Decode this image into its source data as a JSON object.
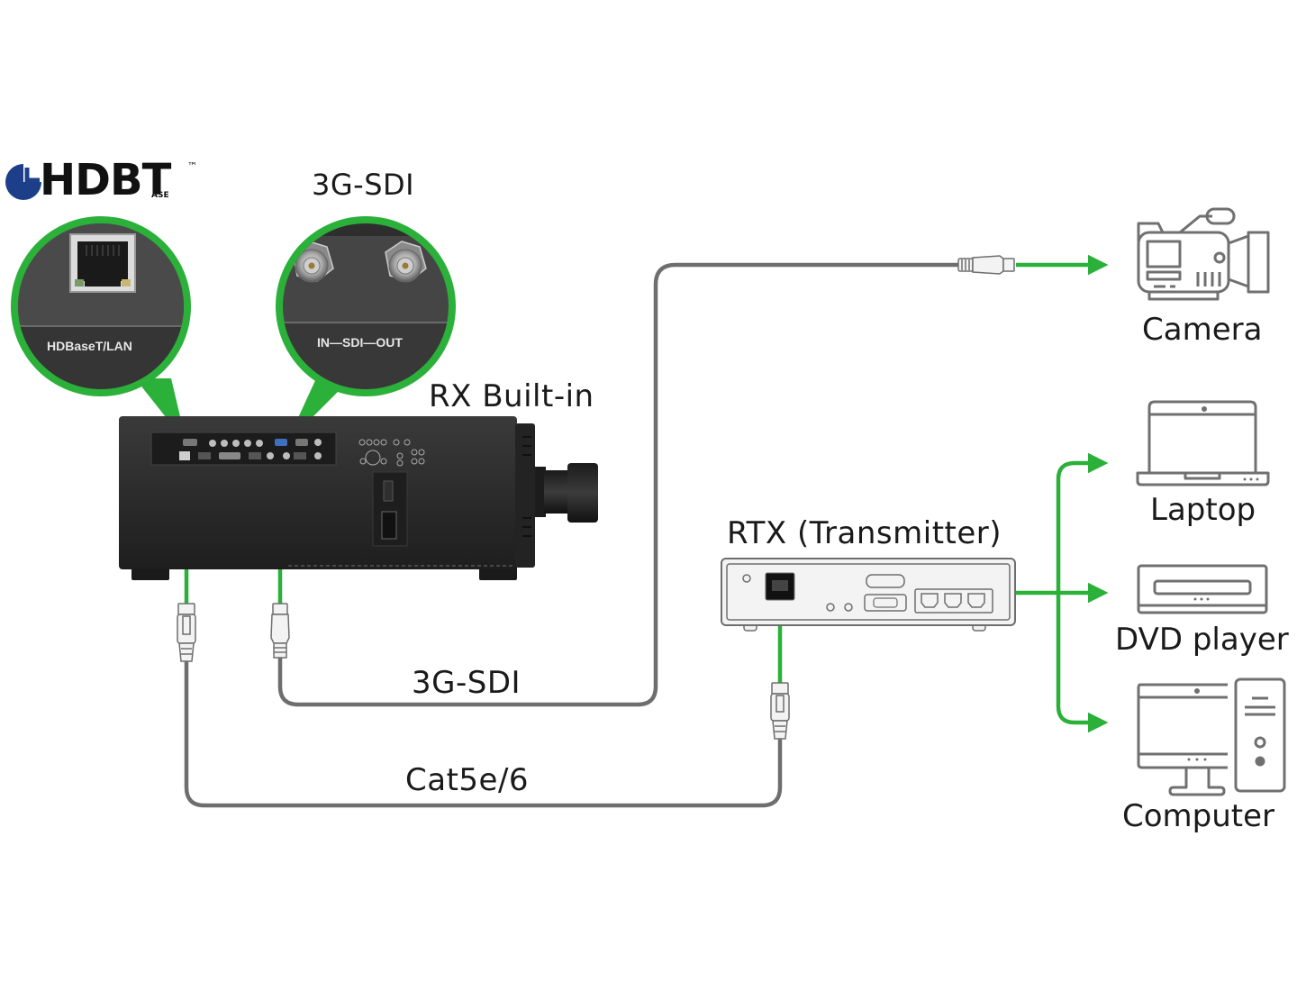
{
  "logo": {
    "text": "HDBT",
    "sub": "ASE",
    "tm": "™",
    "brand_color": "#1d3f8a"
  },
  "labels": {
    "sdi_header": "3G-SDI",
    "rx": "RX Built-in",
    "rtx": "RTX (Transmitter)",
    "cable_sdi": "3G-SDI",
    "cable_cat": "Cat5e/6"
  },
  "callouts": {
    "hdbaset_port": "HDBaseT/LAN",
    "sdi_ports": "IN—SDI—OUT"
  },
  "sources": [
    {
      "name": "Camera",
      "icon": "camera-icon"
    },
    {
      "name": "Laptop",
      "icon": "laptop-icon"
    },
    {
      "name": "DVD player",
      "icon": "dvd-player-icon"
    },
    {
      "name": "Computer",
      "icon": "computer-icon"
    }
  ],
  "colors": {
    "signal_green": "#2bb03a",
    "cable_gray": "#6e6e6e",
    "icon_gray": "#707070",
    "projector_body": "#2b2b2b",
    "text": "#1a1a1a"
  }
}
